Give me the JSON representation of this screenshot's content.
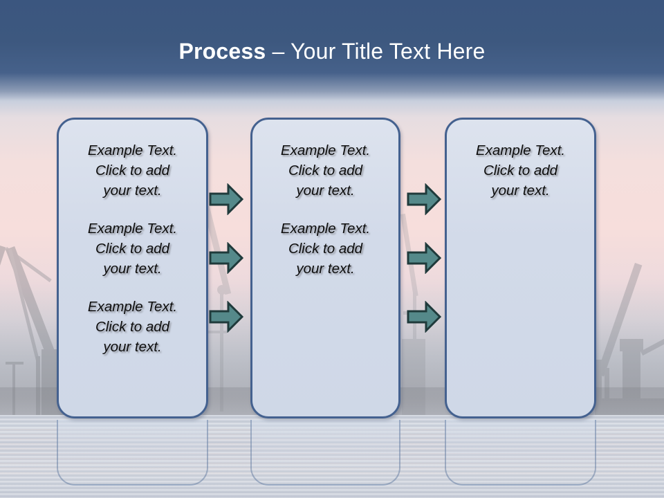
{
  "slide": {
    "title": {
      "strong": "Process",
      "rest": " – Your Title Text Here"
    },
    "colors": {
      "header_top": "#3b567f",
      "header_bottom": "#c8cfdd",
      "box_fill": "#d3dcea",
      "box_border": "#44618f",
      "arrow_fill": "#55898a",
      "arrow_border": "#1f3a3b",
      "title_text": "#ffffff",
      "body_text": "#0d0d0d",
      "sky_pink": "#f7dedc",
      "water": "#c6cbd7"
    },
    "placeholder_text": "Example Text.\nClick  to add\nyour text.",
    "columns": [
      {
        "name": "column-1",
        "blocks": [
          "Example Text.\nClick  to add\nyour text.",
          "Example Text.\nClick  to add\nyour text.",
          "Example Text.\nClick  to add\nyour text."
        ]
      },
      {
        "name": "column-2",
        "blocks": [
          "Example Text.\nClick  to add\nyour text.",
          "Example Text.\nClick  to add\nyour text."
        ]
      },
      {
        "name": "column-3",
        "blocks": [
          "Example Text.\nClick  to add\nyour text."
        ]
      }
    ],
    "arrow_groups": [
      {
        "name": "arrows-gap-1",
        "count": 3
      },
      {
        "name": "arrows-gap-2",
        "count": 3
      }
    ],
    "background": {
      "scene": "harbor-cranes-at-dusk",
      "reflection": "water-reflection-of-boxes"
    }
  }
}
